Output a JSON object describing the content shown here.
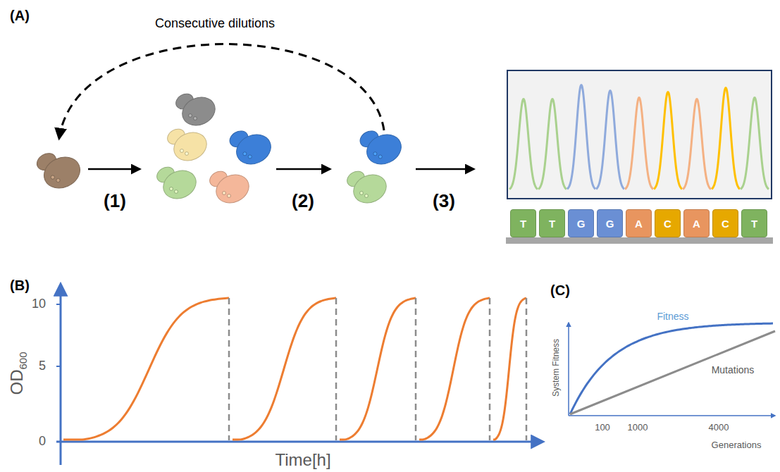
{
  "diagram": {
    "nodes": [
      {
        "text": [
          "T"
        ]
      },
      {
        "text": [
          "T"
        ]
      },
      {
        "text": [
          "G"
        ]
      },
      {
        "text": [
          "G"
        ]
      },
      {
        "text": [
          "A"
        ]
      },
      {
        "text": [
          "C"
        ]
      },
      {
        "text": [
          "A"
        ]
      },
      {
        "text": [
          "C"
        ]
      },
      {
        "text": [
          "T"
        ]
      }
    ],
    "labels": [
      "(A)",
      "Consecutive dilutions",
      "(1)",
      "(2)",
      "(3)",
      "(B)",
      "10",
      "5",
      "0",
      "OD",
      "600",
      "Time[h]",
      "(C)",
      "Fitness",
      "Mutations",
      "System Fitness",
      "100",
      "1000",
      "4000",
      "Generations"
    ]
  }
}
